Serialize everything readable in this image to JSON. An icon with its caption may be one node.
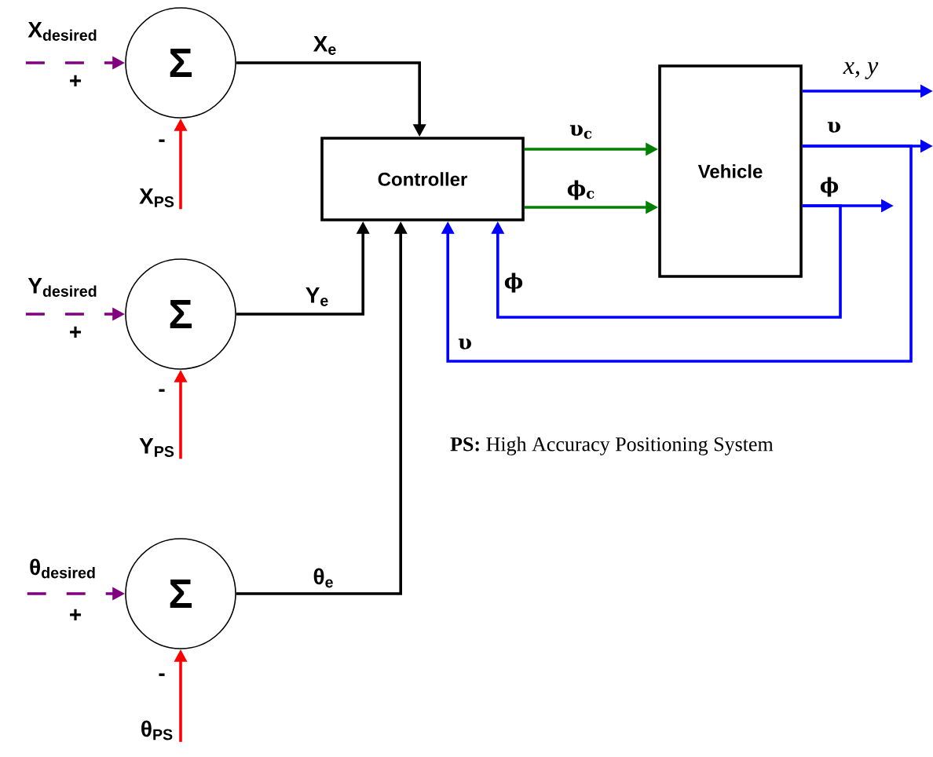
{
  "diagram": {
    "nodes": [
      {
        "text": [
          "Σ"
        ]
      },
      {
        "text": [
          "Σ"
        ]
      },
      {
        "text": [
          "Σ"
        ]
      },
      {
        "text": [
          "Controller"
        ]
      },
      {
        "text": [
          "Vehicle"
        ]
      },
      {
        "text": [
          "X$_{desired}$"
        ]
      },
      {
        "text": [
          "X$_{PS}$"
        ]
      },
      {
        "text": [
          "Y$_{desired}$"
        ]
      },
      {
        "text": [
          "Y$_{PS}$"
        ]
      },
      {
        "text": [
          "θ$_{desired}$"
        ]
      },
      {
        "text": [
          "θ$_{PS}$"
        ]
      }
    ],
    "edges": [
      {
        "from": 5,
        "to": 0,
        "arrow": "to",
        "label": "+",
        "style": "dashed",
        "color": "#800080"
      },
      {
        "from": 6,
        "to": 0,
        "arrow": "to",
        "label": "-",
        "color": "#ff0000"
      },
      {
        "from": 7,
        "to": 1,
        "arrow": "to",
        "label": "+",
        "style": "dashed",
        "color": "#800080"
      },
      {
        "from": 8,
        "to": 1,
        "arrow": "to",
        "label": "-",
        "color": "#ff0000"
      },
      {
        "from": 9,
        "to": 2,
        "arrow": "to",
        "label": "+",
        "style": "dashed",
        "color": "#800080"
      },
      {
        "from": 10,
        "to": 2,
        "arrow": "to",
        "label": "-",
        "color": "#ff0000"
      },
      {
        "from": 0,
        "to": 3,
        "arrow": "to",
        "label": "X$_{e}$",
        "color": "#000000"
      },
      {
        "from": 1,
        "to": 3,
        "arrow": "to",
        "label": "Y$_{e}$",
        "color": "#000000"
      },
      {
        "from": 2,
        "to": 3,
        "arrow": "to",
        "label": "θ$_{e}$",
        "color": "#000000"
      },
      {
        "from": 3,
        "to": 4,
        "arrow": "to",
        "label": "υ$_{c}$",
        "color": "#008000"
      },
      {
        "from": 3,
        "to": 4,
        "arrow": "to",
        "label": "ϕ$_{c}$",
        "color": "#008000"
      },
      {
        "from": 4,
        "to": null,
        "arrow": "to",
        "label": "x, y",
        "color": "#0000ff"
      },
      {
        "from": 4,
        "to": null,
        "arrow": "to",
        "label": "υ",
        "color": "#0000ff"
      },
      {
        "from": 4,
        "to": null,
        "arrow": "to",
        "label": "ϕ",
        "color": "#0000ff"
      },
      {
        "from": 4,
        "to": 3,
        "arrow": "to",
        "label": "ϕ",
        "color": "#0000ff"
      },
      {
        "from": 4,
        "to": 3,
        "arrow": "to",
        "label": "υ",
        "color": "#0000ff"
      }
    ],
    "labels": [
      "**PS:** High Accuracy Positioning System"
    ]
  }
}
